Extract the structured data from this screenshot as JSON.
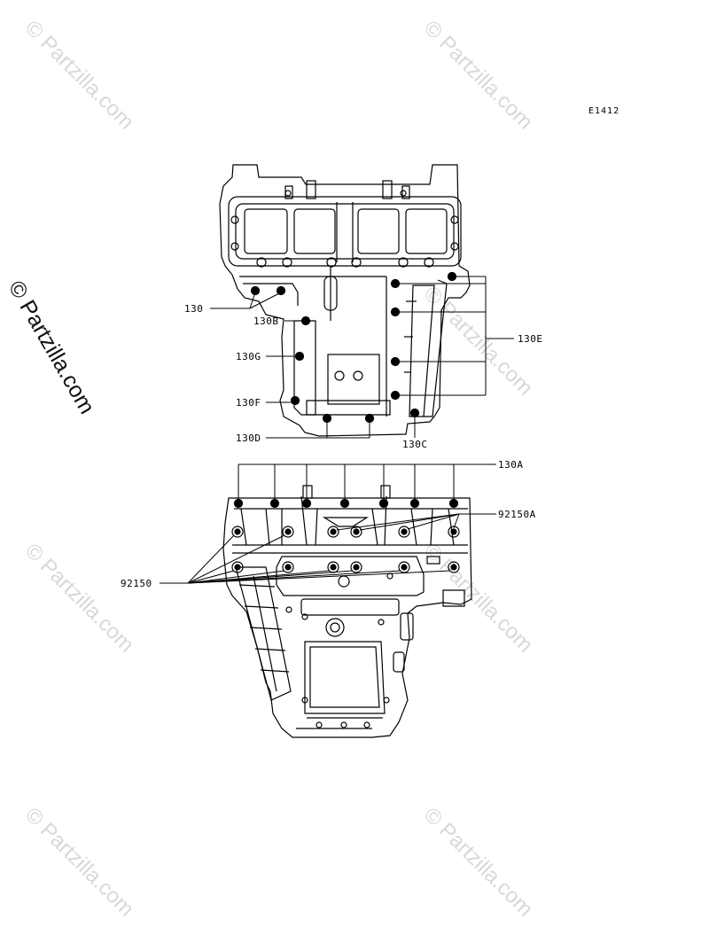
{
  "diagram": {
    "code": "E1412",
    "callouts": [
      {
        "id": "130",
        "text": "130"
      },
      {
        "id": "130B",
        "text": "130B"
      },
      {
        "id": "130G",
        "text": "130G"
      },
      {
        "id": "130F",
        "text": "130F"
      },
      {
        "id": "130D",
        "text": "130D"
      },
      {
        "id": "130C",
        "text": "130C"
      },
      {
        "id": "130E",
        "text": "130E"
      },
      {
        "id": "130A",
        "text": "130A"
      },
      {
        "id": "92150A",
        "text": "92150A"
      },
      {
        "id": "92150",
        "text": "92150"
      }
    ]
  },
  "watermarks": {
    "side": "© Partzilla.com",
    "tile": "© Partzilla.com"
  }
}
